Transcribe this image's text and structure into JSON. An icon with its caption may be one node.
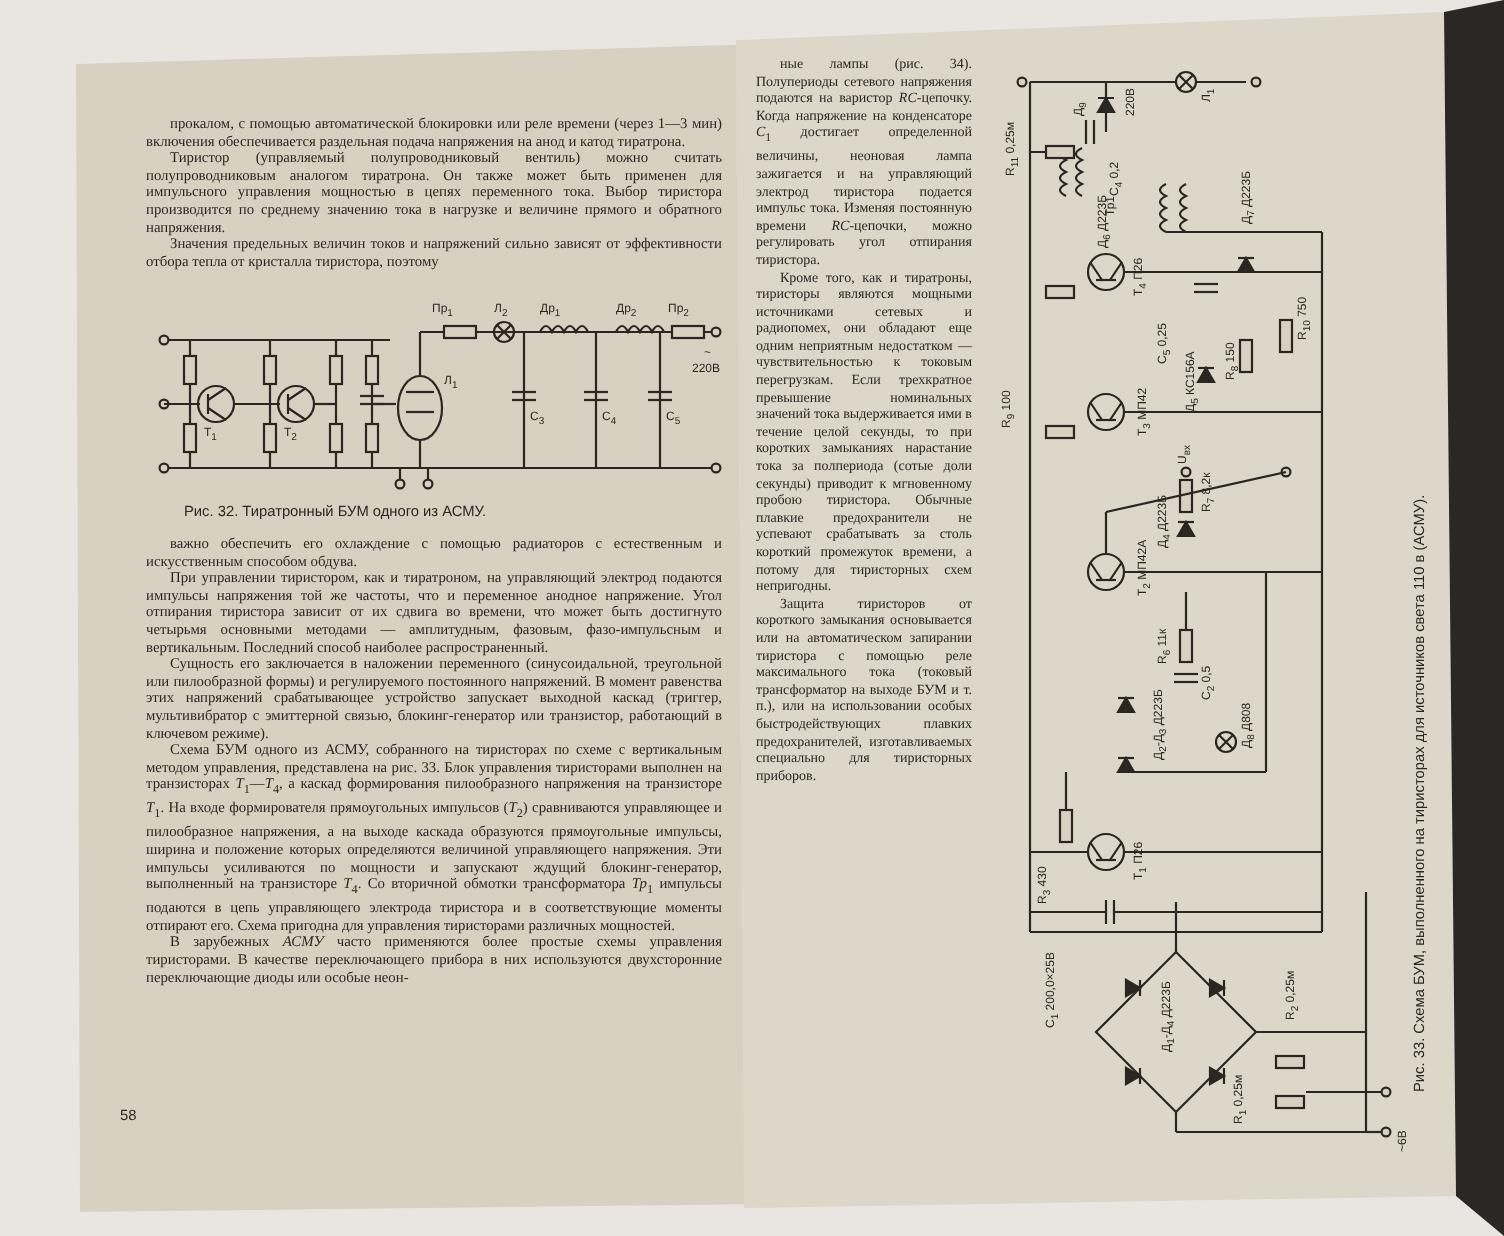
{
  "diagram": {
    "labels": [
      "прокалом, с помощью автоматической блокировки или реле времени (через 1—3 мин) включения обеспечивается раздельная подача напряжения на анод и катод тиратрона.",
      "Тиристор (управляемый полупроводниковый вентиль) можно считать полупроводниковым аналогом тиратрона. Он также может быть применен для импульсного управления мощностью в цепях переменного тока. Выбор тиристора производится по среднему значению тока в нагрузке и величине прямого и обратного напряжения.",
      "Значения предельных величин токов и напряжений сильно зависят от эффективности отбора тепла от кристалла тиристора, поэтому",
      "Пр$_{1}$",
      "Л$_{2}$",
      "Др$_{1}$",
      "Др$_{2}$",
      "Пр$_{2}$",
      "T$_{1}$",
      "T$_{2}$",
      "Л$_{1}$",
      "C$_{3}$",
      "C$_{4}$",
      "C$_{5}$",
      "~",
      "220В",
      "Рис. 32. Тиратронный БУМ одного из АСМУ.",
      "важно обеспечить его охлаждение с помощью радиаторов с естественным и искусственным способом обдува.",
      "При управлении тиристором, как и тиратроном, на управляющий электрод подаются импульсы напряжения той же частоты, что и переменное анодное напряжение. Угол отпирания тиристора зависит от их сдвига во времени, что может быть достигнуто четырьмя основными методами — амплитудным, фазовым, фазо-импульсным и вертикальным. Последний способ наиболее распространенный.",
      "Сущность его заключается в наложении переменного (синусоидальной, треугольной или пилообразной формы) и регулируемого постоянного напряжений. В момент равенства этих напряжений срабатывающее устройство запускает выходной каскад (триггер, мультивибратор с эмиттерной связью, блокинг-генератор или транзистор, работающий в ключевом режиме).",
      "Схема БУМ одного из АСМУ, собранного на тиристорах по схеме с вертикальным методом управления, представлена на рис. 33. Блок управления тиристорами выполнен на транзисторах *T*$_{1}$—*T*$_{4}$, а каскад формирования пилообразного напряжения на транзисторе *T*$_{1}$. На входе формирователя прямоугольных импульсов (*T*$_{2}$) сравниваются управляющее и пилообразное напряжения, а на выходе каскада образуются прямоугольные импульсы, ширина и положение которых определяются величиной управляющего напряжения. Эти импульсы усиливаются по мощности и запускают ждущий блокинг-генератор, выполненный на транзисторе *T*$_{4}$. Со вторичной обмотки трансформатора *Тр*$_{1}$ импульсы подаются в цепь управляющего электрода тиристора и в соответствующие моменты отпирают его. Схема пригодна для управления тиристорами различных мощностей.",
      "В зарубежных *АСМУ* часто применяются более простые схемы управления тиристорами. В качестве переключающего прибора в них используются двухсторонние переключающие диоды или особые неон-",
      "58",
      "ные лампы (рис. 34). Полупериоды сетевого напряжения подаются на варистор *RC*-цепочку. Когда напряжение на конденсаторе *C*$_{1}$ достигает определенной величины, неоновая лампа зажигается и на управляющий электрод тиристора подается импульс тока. Изменяя постоянную времени *RC*-цепочки, можно регулировать угол отпирания тиристора.",
      "Кроме того, как и тиратроны, тиристоры являются мощными источниками сетевых и радиопомех, они обладают еще одним неприятным недостатком — чувствительностью к токовым перегрузкам. Если трехкратное превышение номинальных значений тока выдерживается ими в течение целой секунды, то при коротких замыканиях нарастание тока за полпериода (сотые доли секунды) приводит к мгновенному пробою тиристора. Обычные плавкие предохранители не успевают срабатывать за столь короткий промежуток времени, а потому для тиристорных схем непригодны.",
      "Защита тиристоров от короткого замыкания основывается или на автоматическом запирании тиристора с помощью реле максимального тока (токовый трансформатор на выходе БУМ и т. п.), или на использовании особых быстродействующих плавких предохранителей, изготавливаемых специально для тиристорных приборов.",
      "Тр1",
      "R$_{11}$ 0,25м",
      "C$_{4}$ 0,2",
      "Д$_{9}$",
      "220В",
      "Л$_{1}$",
      "Д$_{6}$ Д223Б",
      "T$_{4}$ П26",
      "R$_{9}$ 100",
      "R$_{8}$ 150",
      "R$_{10}$ 750",
      "C$_{5}$ 0,25",
      "Д$_{7}$ Д223Б",
      "Д$_{5}$ КС156А",
      "T$_{3}$ МП42",
      "T$_{2}$ МП42А",
      "Д$_{4}$ Д223Б",
      "R$_{7}$ 8,2к",
      "U$_{вх}$",
      "R$_{6}$ 11к",
      "C$_{2}$ 0,5",
      "Д$_{8}$ Д808",
      "Д$_{2}$-Д$_{3}$ Д223Б",
      "R$_{3}$ 430",
      "T$_{1}$ П26",
      "C$_{1}$ 200,0×25В",
      "Д$_{1}$-Д$_{4}$ Д223Б",
      "R$_{1}$ 0,25м",
      "R$_{2}$ 0,25м",
      "~6В",
      "Рис. 33. Схема БУМ, выполненного на тиристорах для источников света 110 в (АСМУ)."
    ]
  }
}
